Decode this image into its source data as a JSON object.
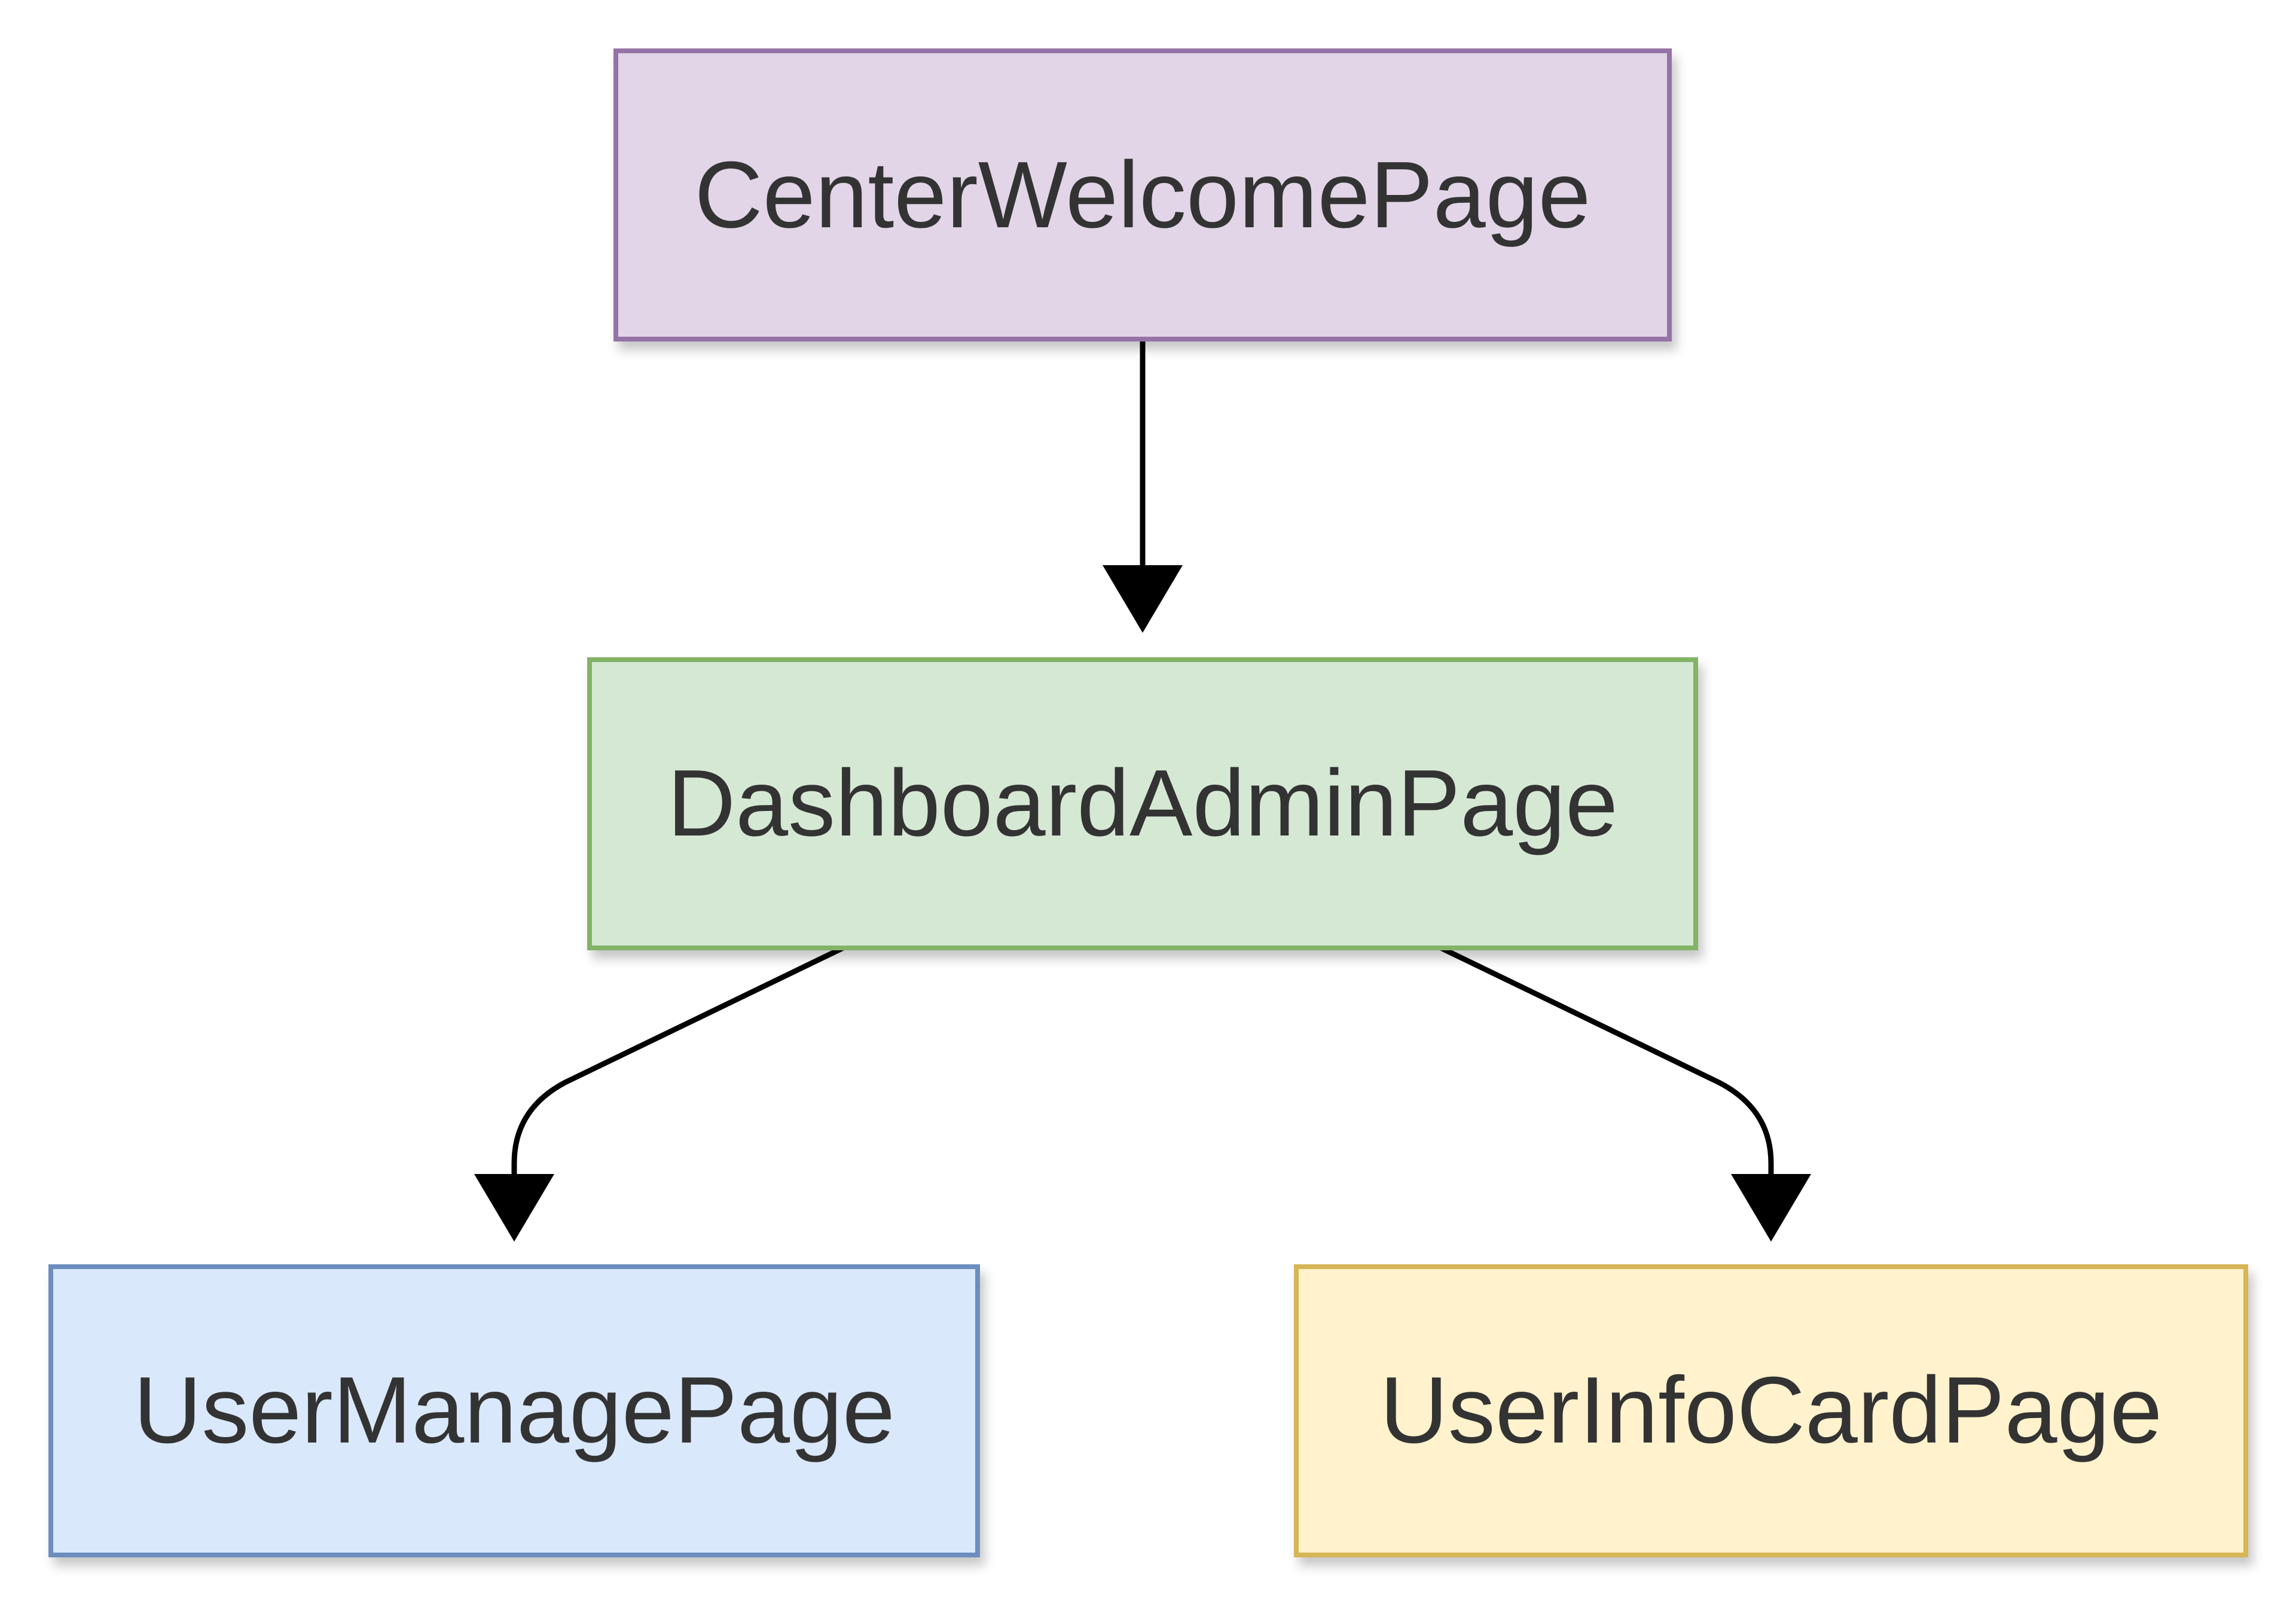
{
  "nodes": {
    "center_welcome": {
      "label": "CenterWelcomePage",
      "fill": "#e1d5e7",
      "stroke": "#9673a6"
    },
    "dashboard_admin": {
      "label": "DashboardAdminPage",
      "fill": "#d5e8d4",
      "stroke": "#82b366"
    },
    "user_manage": {
      "label": "UserManagePage",
      "fill": "#dae8fc",
      "stroke": "#6c8ebf"
    },
    "user_info_card": {
      "label": "UserInfoCardPage",
      "fill": "#fff2cc",
      "stroke": "#d6b656"
    }
  },
  "edges": [
    {
      "from": "center_welcome",
      "to": "dashboard_admin"
    },
    {
      "from": "dashboard_admin",
      "to": "user_manage"
    },
    {
      "from": "dashboard_admin",
      "to": "user_info_card"
    }
  ],
  "edge_color": "#000000"
}
